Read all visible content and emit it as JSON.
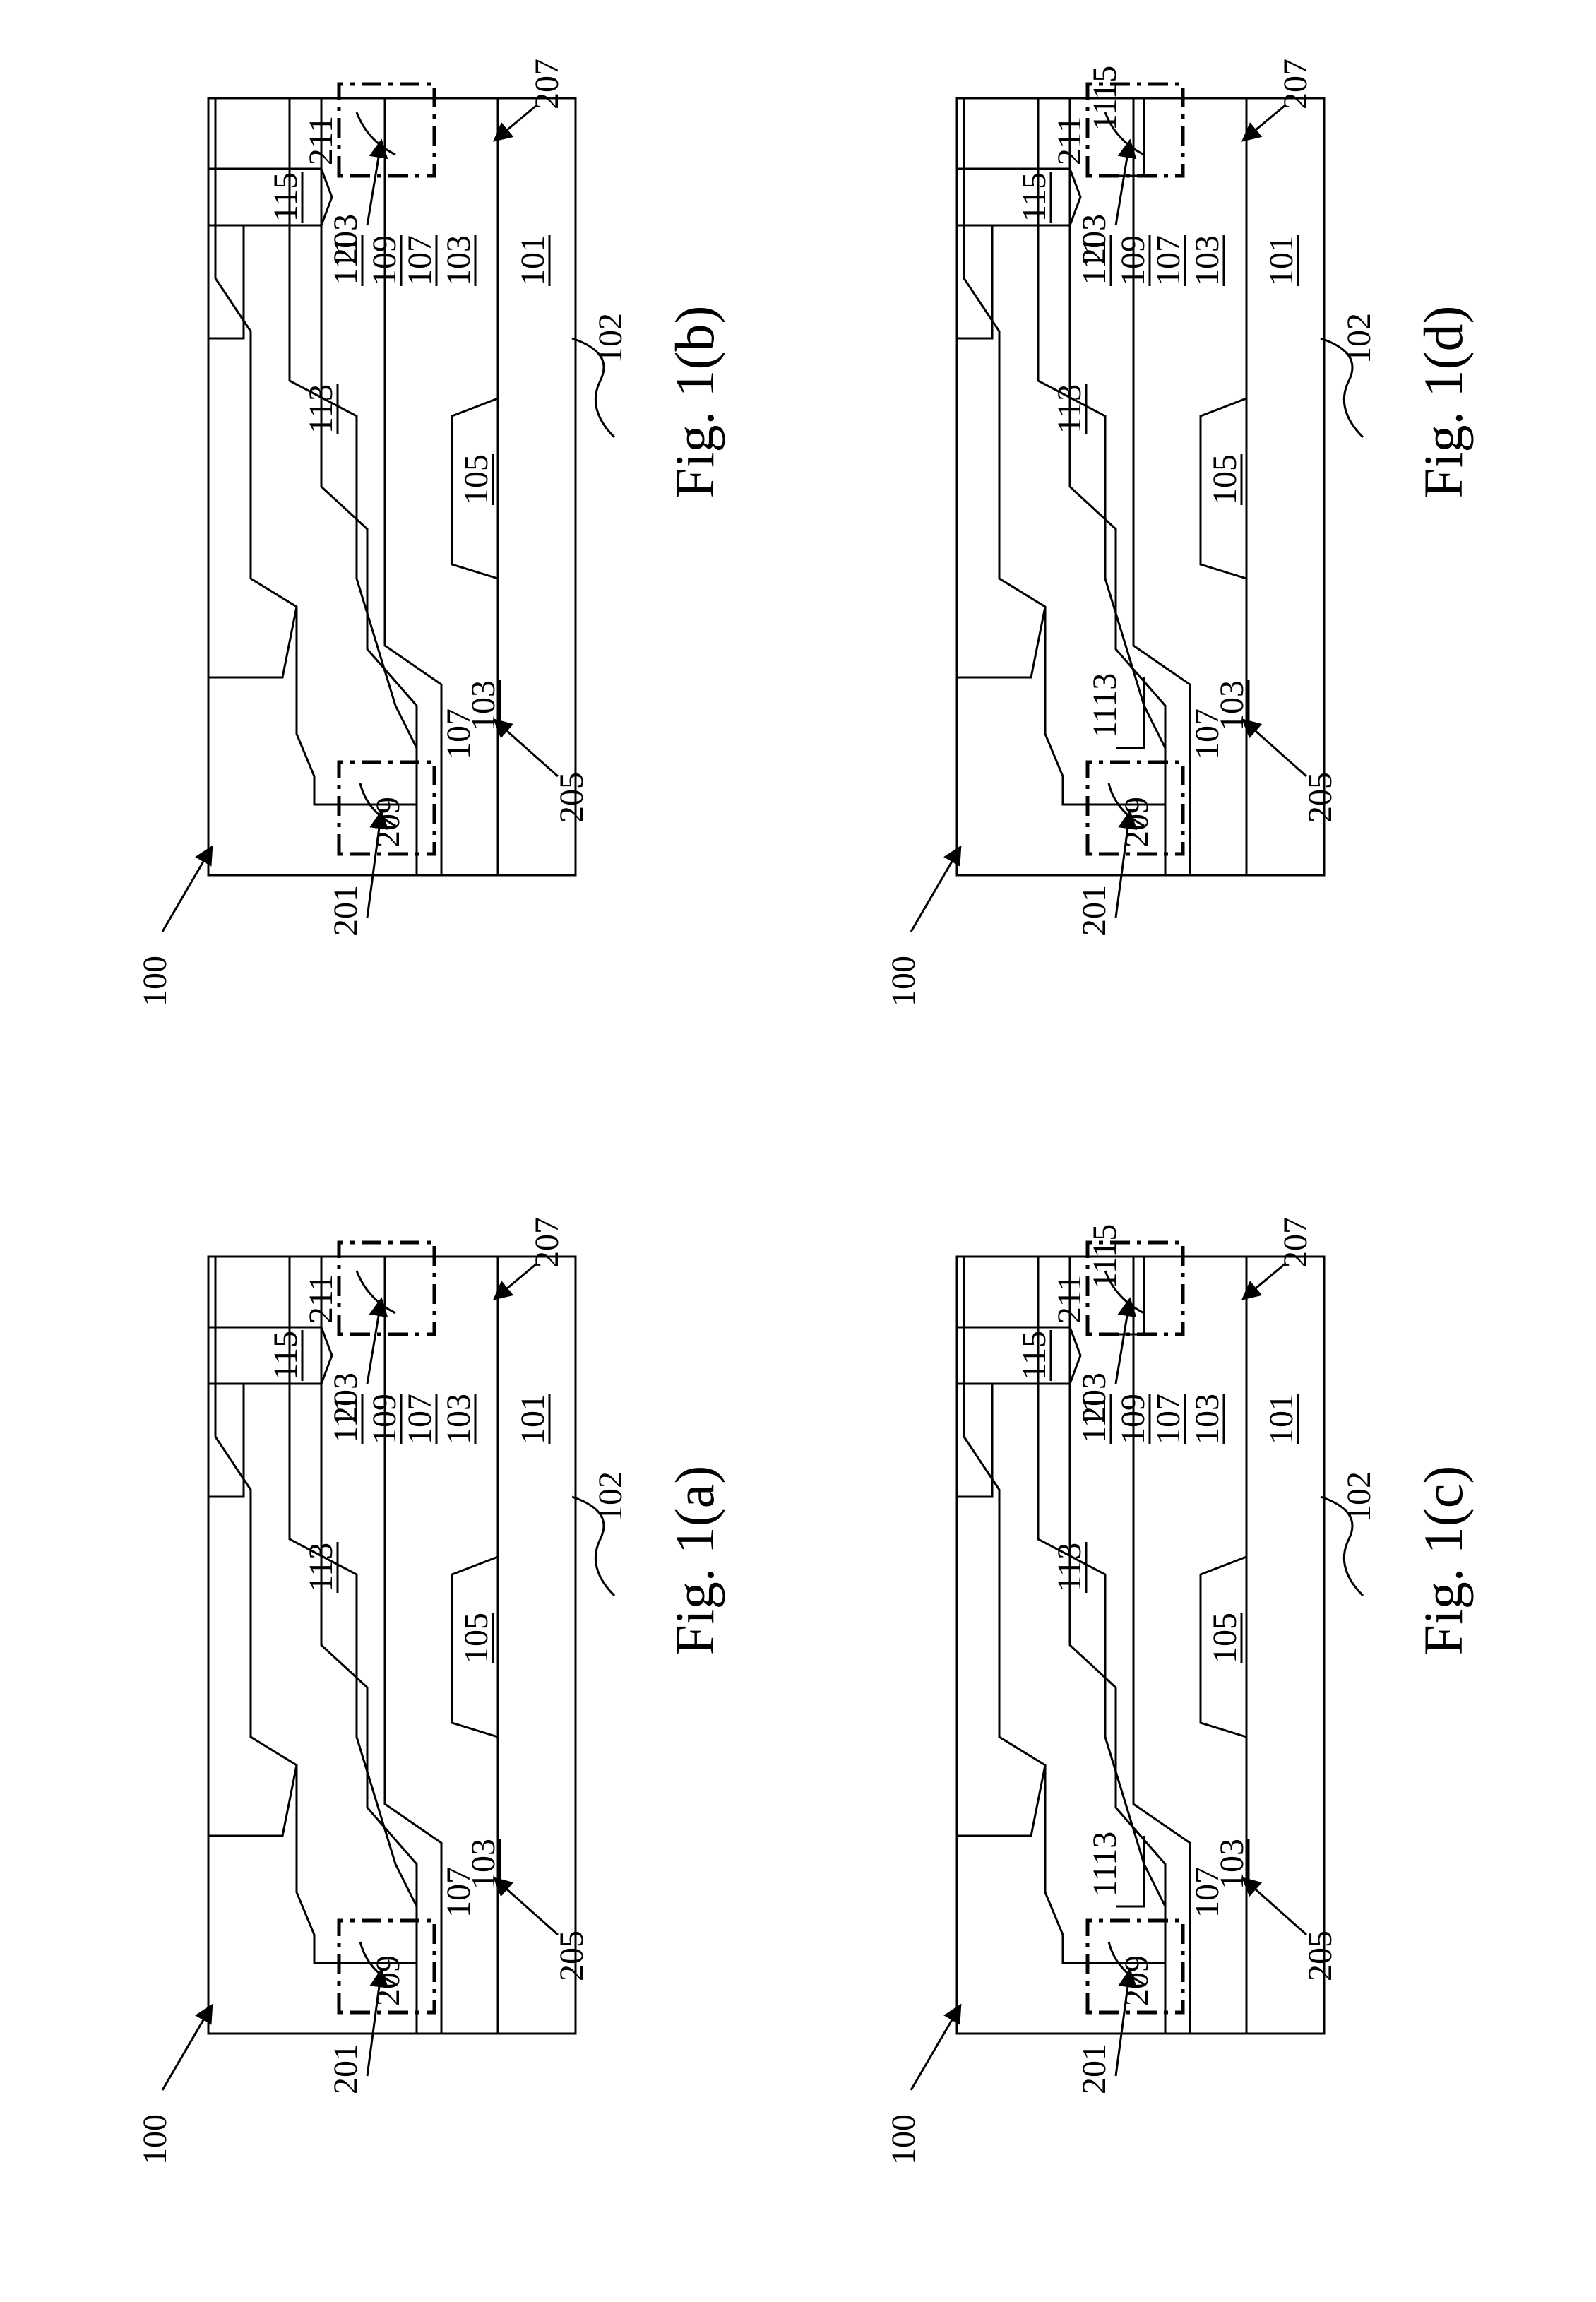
{
  "figures": [
    {
      "caption": "Fig. 1(a)",
      "labels": {
        "device": "100",
        "l201": "201",
        "l203": "203",
        "l205": "205",
        "l207": "207",
        "l209": "209",
        "l211": "211",
        "l102": "102",
        "l101": "101",
        "l103a": "103",
        "l103b": "103",
        "l105": "105",
        "l107a": "107",
        "l107b": "107",
        "l109": "109",
        "l111": "111",
        "l113": "113",
        "l115": "115"
      }
    },
    {
      "caption": "Fig. 1(b)",
      "labels": {
        "device": "100",
        "l201": "201",
        "l203": "203",
        "l205": "205",
        "l207": "207",
        "l209": "209",
        "l211": "211",
        "l102": "102",
        "l101": "101",
        "l103a": "103",
        "l103b": "103",
        "l105": "105",
        "l107a": "107",
        "l107b": "107",
        "l109": "109",
        "l111": "111",
        "l113": "113",
        "l115": "115"
      }
    },
    {
      "caption": "Fig. 1(c)",
      "labels": {
        "device": "100",
        "l201": "201",
        "l203": "203",
        "l205": "205",
        "l207": "207",
        "l209": "209",
        "l211": "211",
        "l102": "102",
        "l101": "101",
        "l103a": "103",
        "l103b": "103",
        "l105": "105",
        "l107a": "107",
        "l107b": "107",
        "l109": "109",
        "l111": "111",
        "l113": "113",
        "l115": "115",
        "l1113": "1113",
        "l1115": "1115"
      }
    },
    {
      "caption": "Fig. 1(d)",
      "labels": {
        "device": "100",
        "l201": "201",
        "l203": "203",
        "l205": "205",
        "l207": "207",
        "l209": "209",
        "l211": "211",
        "l102": "102",
        "l101": "101",
        "l103a": "103",
        "l103b": "103",
        "l105": "105",
        "l107a": "107",
        "l107b": "107",
        "l109": "109",
        "l111": "111",
        "l113": "113",
        "l115": "115",
        "l1113": "1113",
        "l1115": "1115"
      }
    }
  ]
}
